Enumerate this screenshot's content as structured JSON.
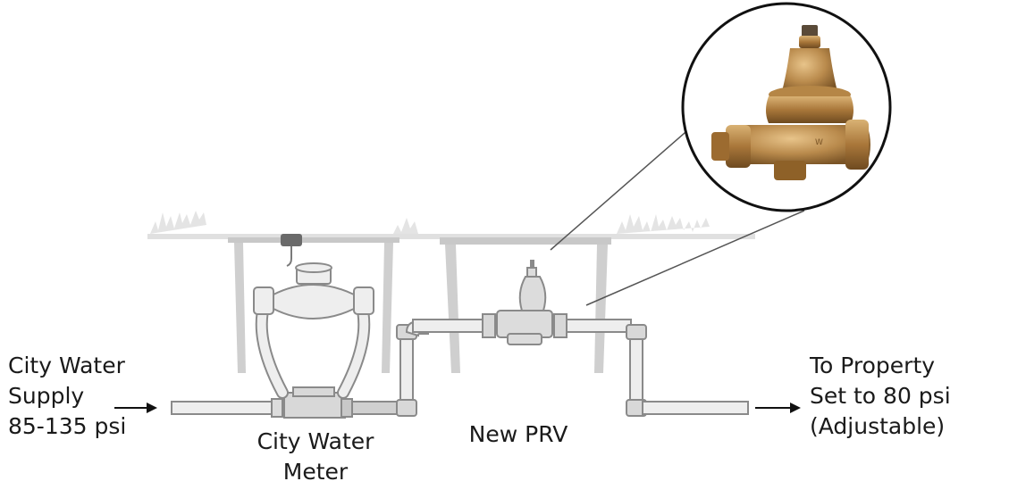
{
  "labels": {
    "supply": {
      "line1": "City Water",
      "line2": "Supply",
      "line3": "85-135 psi"
    },
    "meter": {
      "line1": "City Water",
      "line2": "Meter"
    },
    "prv": {
      "line1": "New PRV"
    },
    "property": {
      "line1": "To Property",
      "line2": "Set to 80 psi",
      "line3": "(Adjustable)"
    }
  },
  "colors": {
    "pipe_fill": "#eeeeee",
    "pipe_stroke": "#8a8a8a",
    "box": "#c8c8c8",
    "valve_bronze": "#b88a4a",
    "text": "#1a1a1a"
  }
}
